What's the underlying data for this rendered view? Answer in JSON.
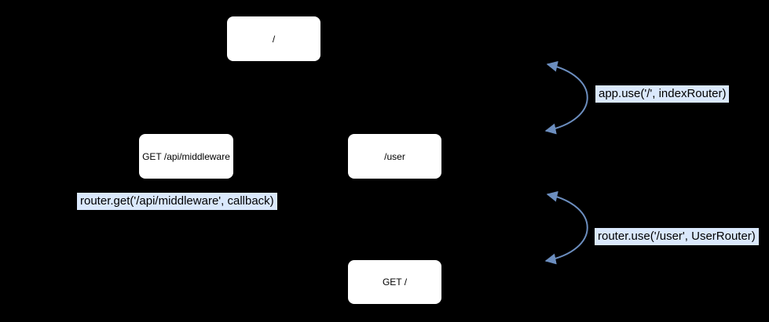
{
  "diagram": {
    "nodes": {
      "root_route": {
        "label": "/"
      },
      "middleware_route": {
        "label": "GET /api/middleware"
      },
      "user_route": {
        "label": "/user"
      },
      "get_root_route": {
        "label": "GET /"
      }
    },
    "code_labels": {
      "app_use": "app.use('/', indexRouter)",
      "router_get": "router.get('/api/middleware', callback)",
      "router_use": "router.use('/user', UserRouter)"
    },
    "colors": {
      "background": "#000000",
      "node_fill": "#ffffff",
      "node_text": "#000000",
      "label_highlight": "#dae8fc",
      "label_text": "#000000",
      "arrow": "#6c8ebf"
    }
  }
}
